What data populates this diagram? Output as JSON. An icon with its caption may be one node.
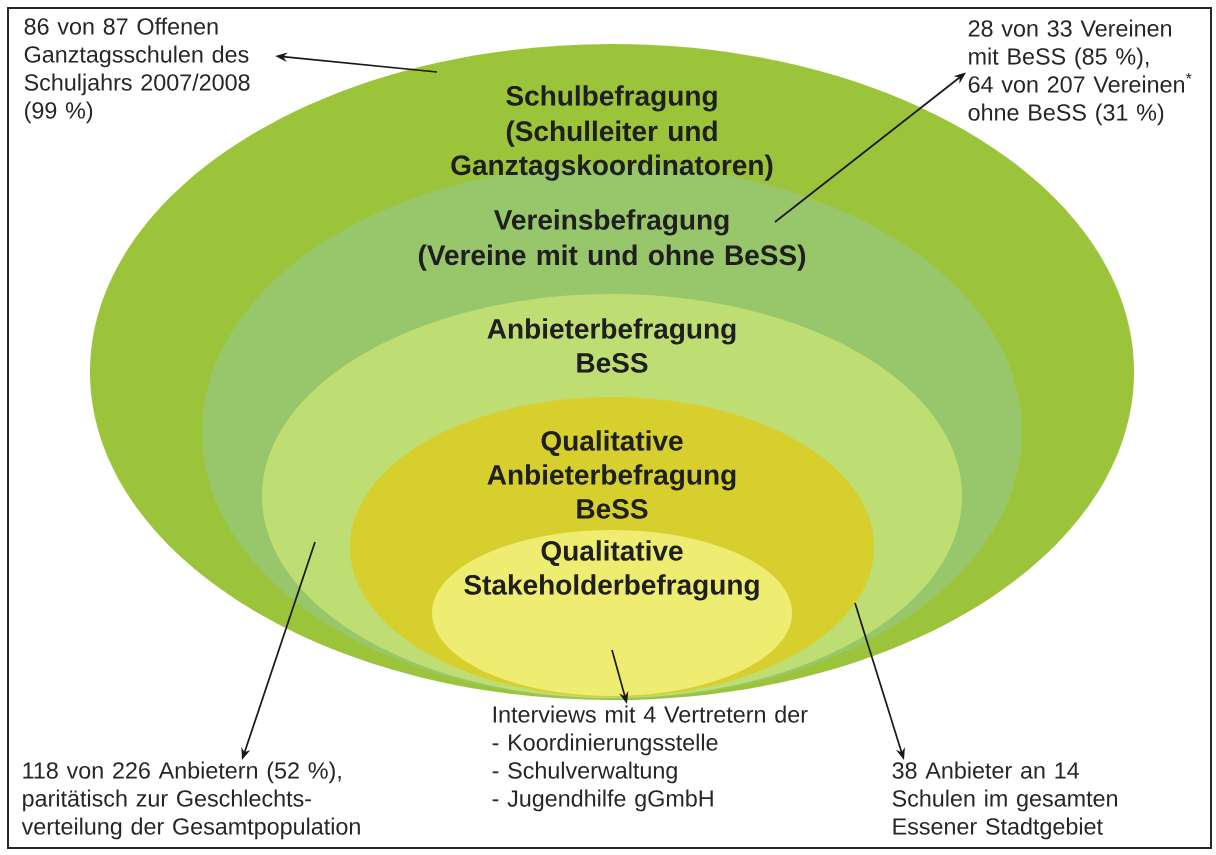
{
  "diagram": {
    "nodes": [
      {
        "text": [
          "Schulbefragung",
          "(Schulleiter und Ganztagskoordinatoren)"
        ]
      },
      {
        "text": [
          "Vereinsbefragung",
          "(Vereine mit und ohne BeSS)"
        ],
        "in": 0
      },
      {
        "text": [
          "Anbieterbefragung BeSS"
        ],
        "in": 1
      },
      {
        "text": [
          "Qualitative Anbieterbefragung BeSS"
        ],
        "in": 2
      },
      {
        "text": [
          "Qualitative Stakeholderbefragung"
        ],
        "in": 3
      },
      {
        "text": [
          "86 von 87 Offenen Ganztagsschulen des Schuljahrs 2007/2008 (99 %)"
        ]
      },
      {
        "text": [
          "28 von 33 Vereinen mit BeSS (85 %),",
          "64 von 207 Vereinen$^{*}$ ohne BeSS (31 %)"
        ]
      },
      {
        "text": [
          "118 von 226 Anbietern (52 %), paritätisch zur Geschlechts-verteilung der Gesamtpopulation"
        ]
      },
      {
        "text": [
          "Interviews mit 4 Vertretern der",
          "- Koordinierungsstelle",
          "- Schulverwaltung",
          "- Jugendhilfe gGmbH"
        ]
      },
      {
        "text": [
          "38 Anbieter an 14 Schulen im gesamten Essener Stadtgebiet"
        ]
      }
    ],
    "edges": [
      {
        "from": 0,
        "to": 5,
        "arrow": "to"
      },
      {
        "from": 1,
        "to": 6,
        "arrow": "to"
      },
      {
        "from": 2,
        "to": 7,
        "arrow": "to"
      },
      {
        "from": 4,
        "to": 8,
        "arrow": "to"
      },
      {
        "from": 3,
        "to": 9,
        "arrow": "to"
      }
    ]
  }
}
